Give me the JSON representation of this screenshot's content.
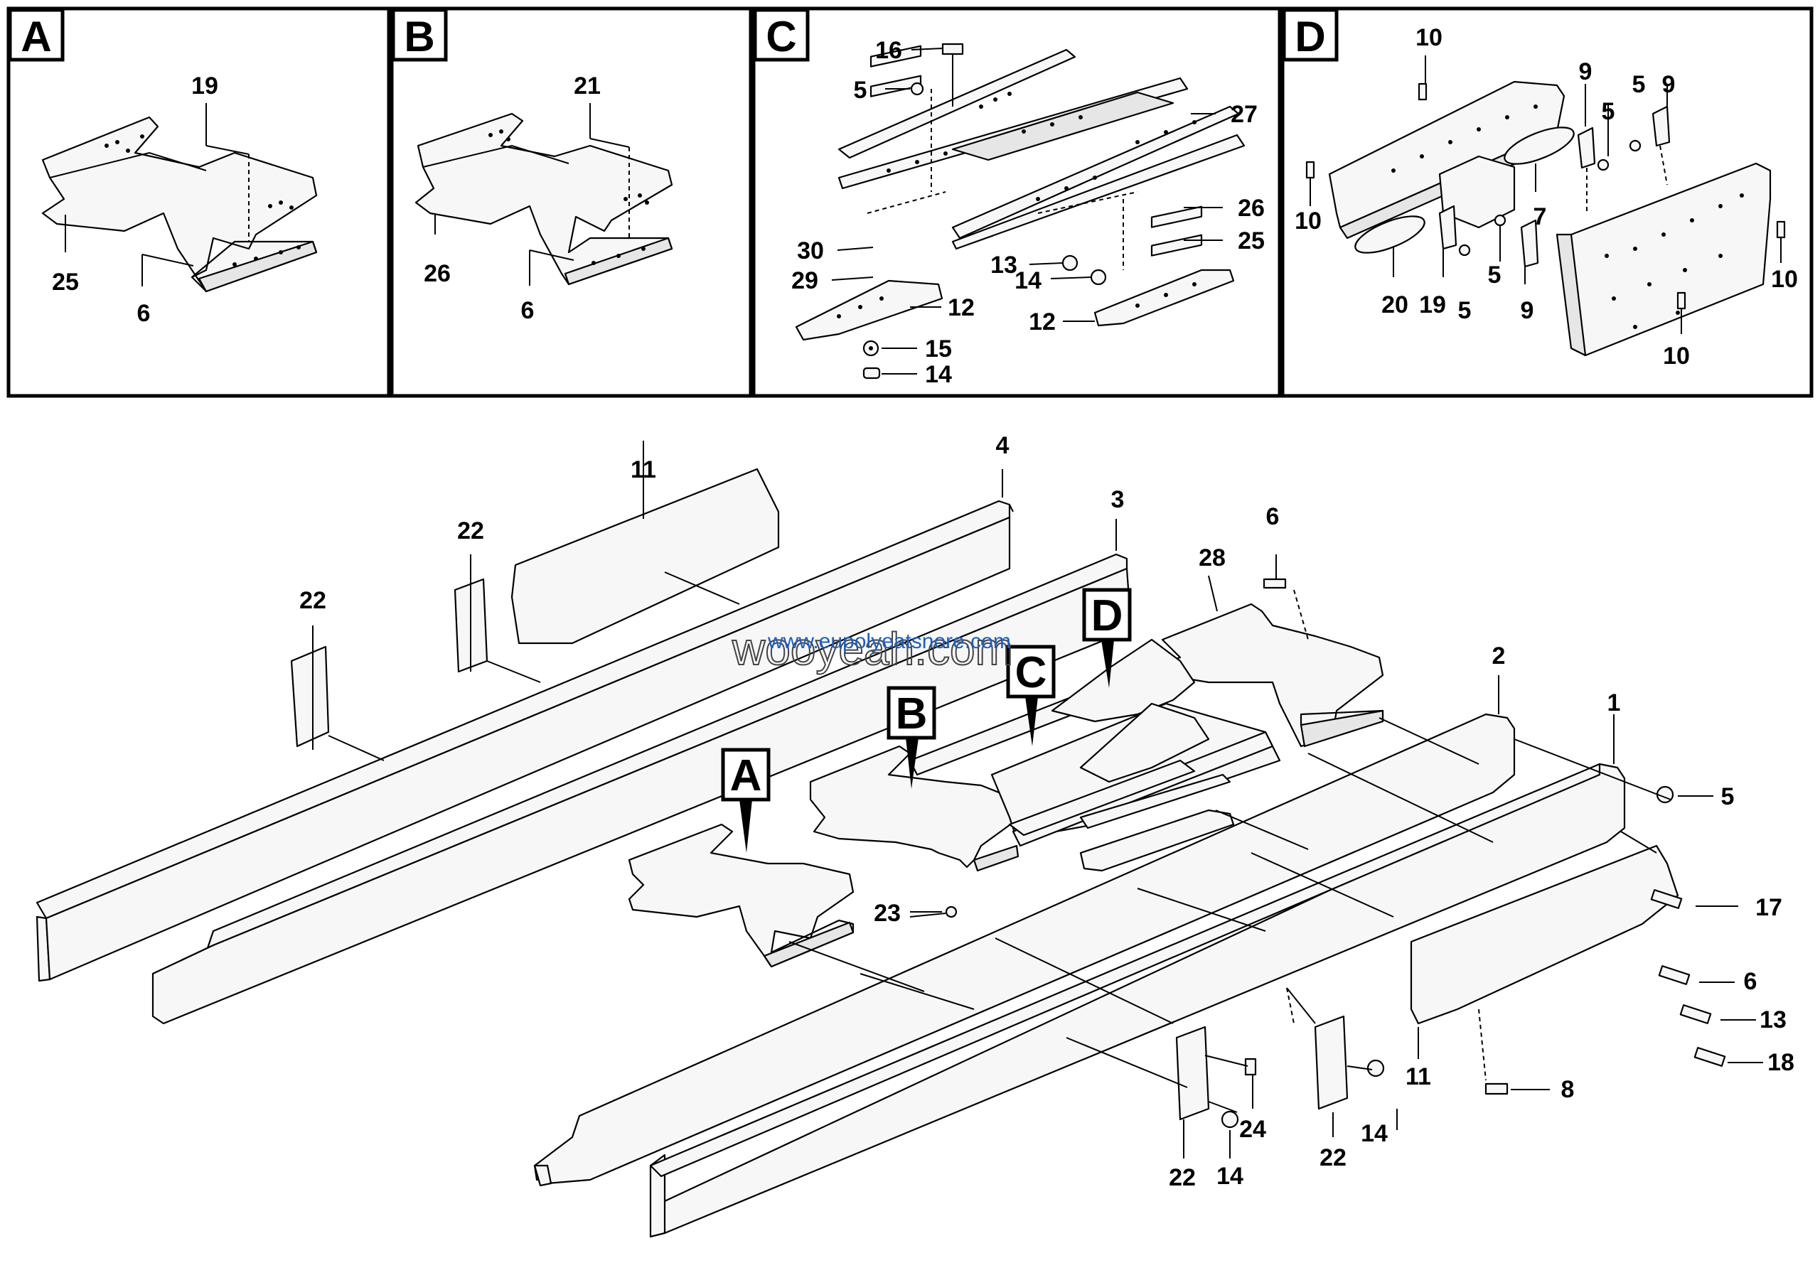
{
  "panels": [
    {
      "letter": "A",
      "callouts": [
        "19",
        "25",
        "6"
      ]
    },
    {
      "letter": "B",
      "callouts": [
        "21",
        "26",
        "6"
      ]
    },
    {
      "letter": "C",
      "callouts": [
        "16",
        "5",
        "27",
        "26",
        "25",
        "30",
        "29",
        "12",
        "13",
        "14",
        "15",
        "14",
        "12"
      ]
    },
    {
      "letter": "D",
      "callouts": [
        "10",
        "9",
        "5",
        "5",
        "9",
        "10",
        "7",
        "5",
        "10",
        "20",
        "19",
        "5",
        "9",
        "10"
      ]
    }
  ],
  "markers": [
    "A",
    "B",
    "C",
    "D"
  ],
  "main_callouts": [
    "11",
    "4",
    "3",
    "22",
    "22",
    "6",
    "28",
    "2",
    "1",
    "5",
    "17",
    "23",
    "6",
    "13",
    "18",
    "8",
    "11",
    "22",
    "14",
    "24",
    "22",
    "14"
  ],
  "watermark": {
    "text": "wooyeah.com",
    "url": "www.eupolyeatsnore.com"
  }
}
